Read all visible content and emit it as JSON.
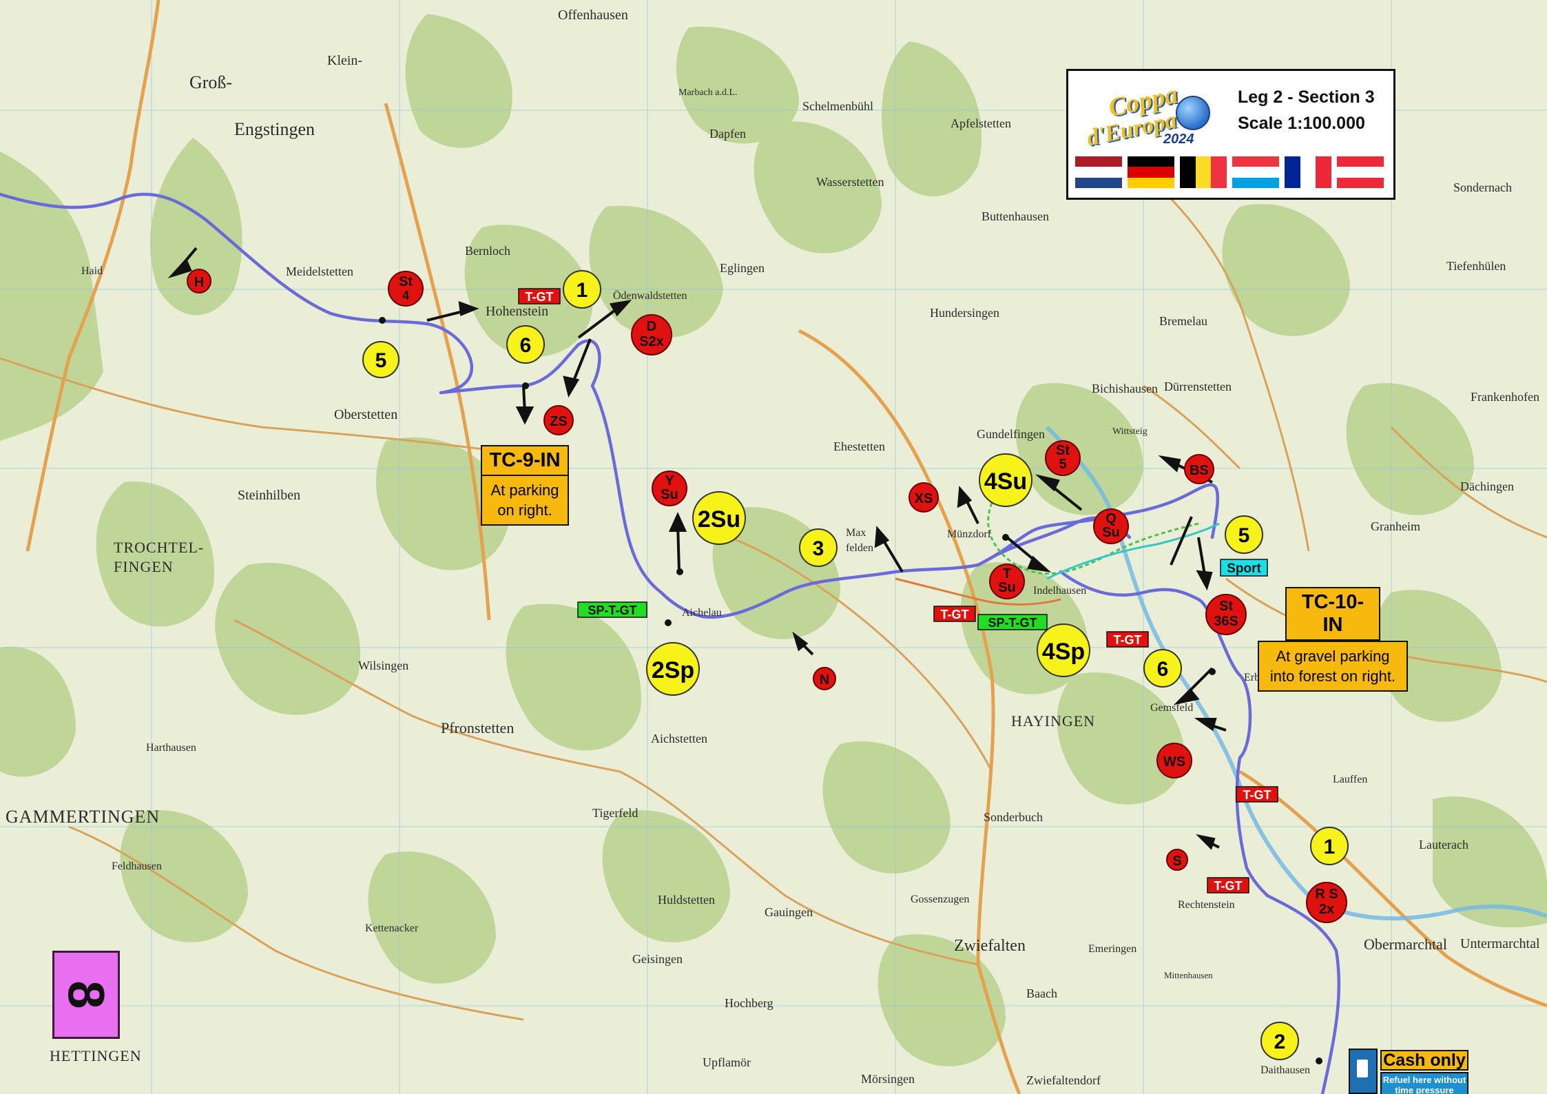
{
  "legend": {
    "logo_line1": "Coppa",
    "logo_line2": "d'Europa",
    "logo_year": "2024",
    "title": "Leg 2 - Section 3",
    "scale": "Scale 1:100.000",
    "flags": [
      {
        "name": "netherlands",
        "colors": [
          "#ae1c28",
          "#ffffff",
          "#21468b"
        ]
      },
      {
        "name": "germany",
        "colors": [
          "#000000",
          "#dd0000",
          "#ffce00"
        ]
      },
      {
        "name": "belgium",
        "colors": [
          "#000000",
          "#fdda24",
          "#ef3340"
        ]
      },
      {
        "name": "luxembourg",
        "colors": [
          "#ef3340",
          "#ffffff",
          "#00a2e1"
        ]
      },
      {
        "name": "france",
        "colors": [
          "#002395",
          "#ffffff",
          "#ed2939"
        ]
      },
      {
        "name": "austria",
        "colors": [
          "#ed2939",
          "#ffffff",
          "#ed2939"
        ]
      }
    ]
  },
  "time_controls": {
    "tc9": {
      "title": "TC-9-IN",
      "note_line1": "At parking",
      "note_line2": "on right."
    },
    "tc10": {
      "title": "TC-10-IN",
      "note_line1": "At gravel parking",
      "note_line2": "into forest on right."
    }
  },
  "section_badge": "8",
  "fuel": {
    "cash": "Cash only",
    "refuel_line1": "Refuel here without",
    "refuel_line2": "time pressure"
  },
  "colors": {
    "route": "#6a6ad8",
    "marker_red": "#e0120f",
    "marker_yellow": "#f7f21a",
    "label_red": "#e0120f",
    "label_green": "#22dd22",
    "label_cyan": "#19e0e6",
    "tc_box": "#f7b90e",
    "forest": "#b7cf8d",
    "badge": "#e86ff0"
  },
  "yellow_markers": [
    {
      "label": "1",
      "id": "y1a"
    },
    {
      "label": "5",
      "id": "y5a"
    },
    {
      "label": "6",
      "id": "y6a"
    },
    {
      "label": "2Su",
      "id": "y2su"
    },
    {
      "label": "3",
      "id": "y3"
    },
    {
      "label": "4Su",
      "id": "y4su"
    },
    {
      "label": "2Sp",
      "id": "y2sp"
    },
    {
      "label": "4Sp",
      "id": "y4sp"
    },
    {
      "label": "5",
      "id": "y5b"
    },
    {
      "label": "6",
      "id": "y6b"
    },
    {
      "label": "1",
      "id": "y1b"
    },
    {
      "label": "2",
      "id": "y2"
    }
  ],
  "red_markers": [
    {
      "line1": "H",
      "line2": "",
      "id": "rh"
    },
    {
      "line1": "St",
      "line2": "4",
      "id": "rst4"
    },
    {
      "line1": "D",
      "line2": "S2x",
      "id": "rd"
    },
    {
      "line1": "ZS",
      "line2": "",
      "id": "rzs"
    },
    {
      "line1": "Y",
      "line2": "Su",
      "id": "ry"
    },
    {
      "line1": "XS",
      "line2": "",
      "id": "rxs"
    },
    {
      "line1": "St",
      "line2": "5",
      "id": "rst5"
    },
    {
      "line1": "BS",
      "line2": "",
      "id": "rbs"
    },
    {
      "line1": "Q",
      "line2": "Su",
      "id": "rq"
    },
    {
      "line1": "T",
      "line2": "Su",
      "id": "rt"
    },
    {
      "line1": "St",
      "line2": "36S",
      "id": "rst36"
    },
    {
      "line1": "N",
      "line2": "",
      "id": "rn"
    },
    {
      "line1": "WS",
      "line2": "",
      "id": "rws"
    },
    {
      "line1": "S",
      "line2": "",
      "id": "rs"
    },
    {
      "line1": "R S",
      "line2": "2x",
      "id": "rrs"
    }
  ],
  "tags": {
    "tgt1": "T-GT",
    "tgt2": "T-GT",
    "tgt3": "T-GT",
    "tgt4": "T-GT",
    "tgt5": "T-GT",
    "spgt1": "SP-T-GT",
    "spgt2": "SP-T-GT",
    "sport": "Sport"
  },
  "places": [
    "Groß-",
    "Engstingen",
    "Klein-",
    "Offenhausen",
    "Marbach a.d.L.",
    "Dapfen",
    "Schelmenbühl",
    "Wasserstetten",
    "Apfelstetten",
    "Buttenhausen",
    "Bernloch",
    "Meidelstetten",
    "Hohenstein",
    "Ödenwaldstetten",
    "Eglingen",
    "Haid",
    "Oberstetten",
    "Steinhilben",
    "TROCHTEL-",
    "FINGEN",
    "Ehestetten",
    "Max",
    "felden",
    "Münzdorf",
    "Gundelfingen",
    "Hundersingen",
    "Bremelau",
    "Bichishausen",
    "Dürrenstetten",
    "Wittsteig",
    "Aichelau",
    "Pfronstetten",
    "Aichstetten",
    "Wilsingen",
    "Harthausen",
    "GAMMERTINGEN",
    "HAYINGEN",
    "Erbstetten",
    "Gemsfeld",
    "Tigerfeld",
    "Sonderbuch",
    "Huldstetten",
    "Gauingen",
    "Feldhausen",
    "Kettenacker",
    "Gossenzugen",
    "Geisingen",
    "Zwiefalten",
    "Emeringen",
    "Hochberg",
    "Upflamör",
    "HETTINGEN",
    "Baach",
    "Rechtenstein",
    "Obermarchtal",
    "Untermarchtal",
    "Mittenhausen",
    "Dächingen",
    "Granheim",
    "Lauterach",
    "Frankenhofen",
    "Mörsingen",
    "Daithausen",
    "Zwiefaltendorf",
    "Tiefenhülen",
    "Sondernach",
    "Lauffen",
    "Indelhausen"
  ]
}
